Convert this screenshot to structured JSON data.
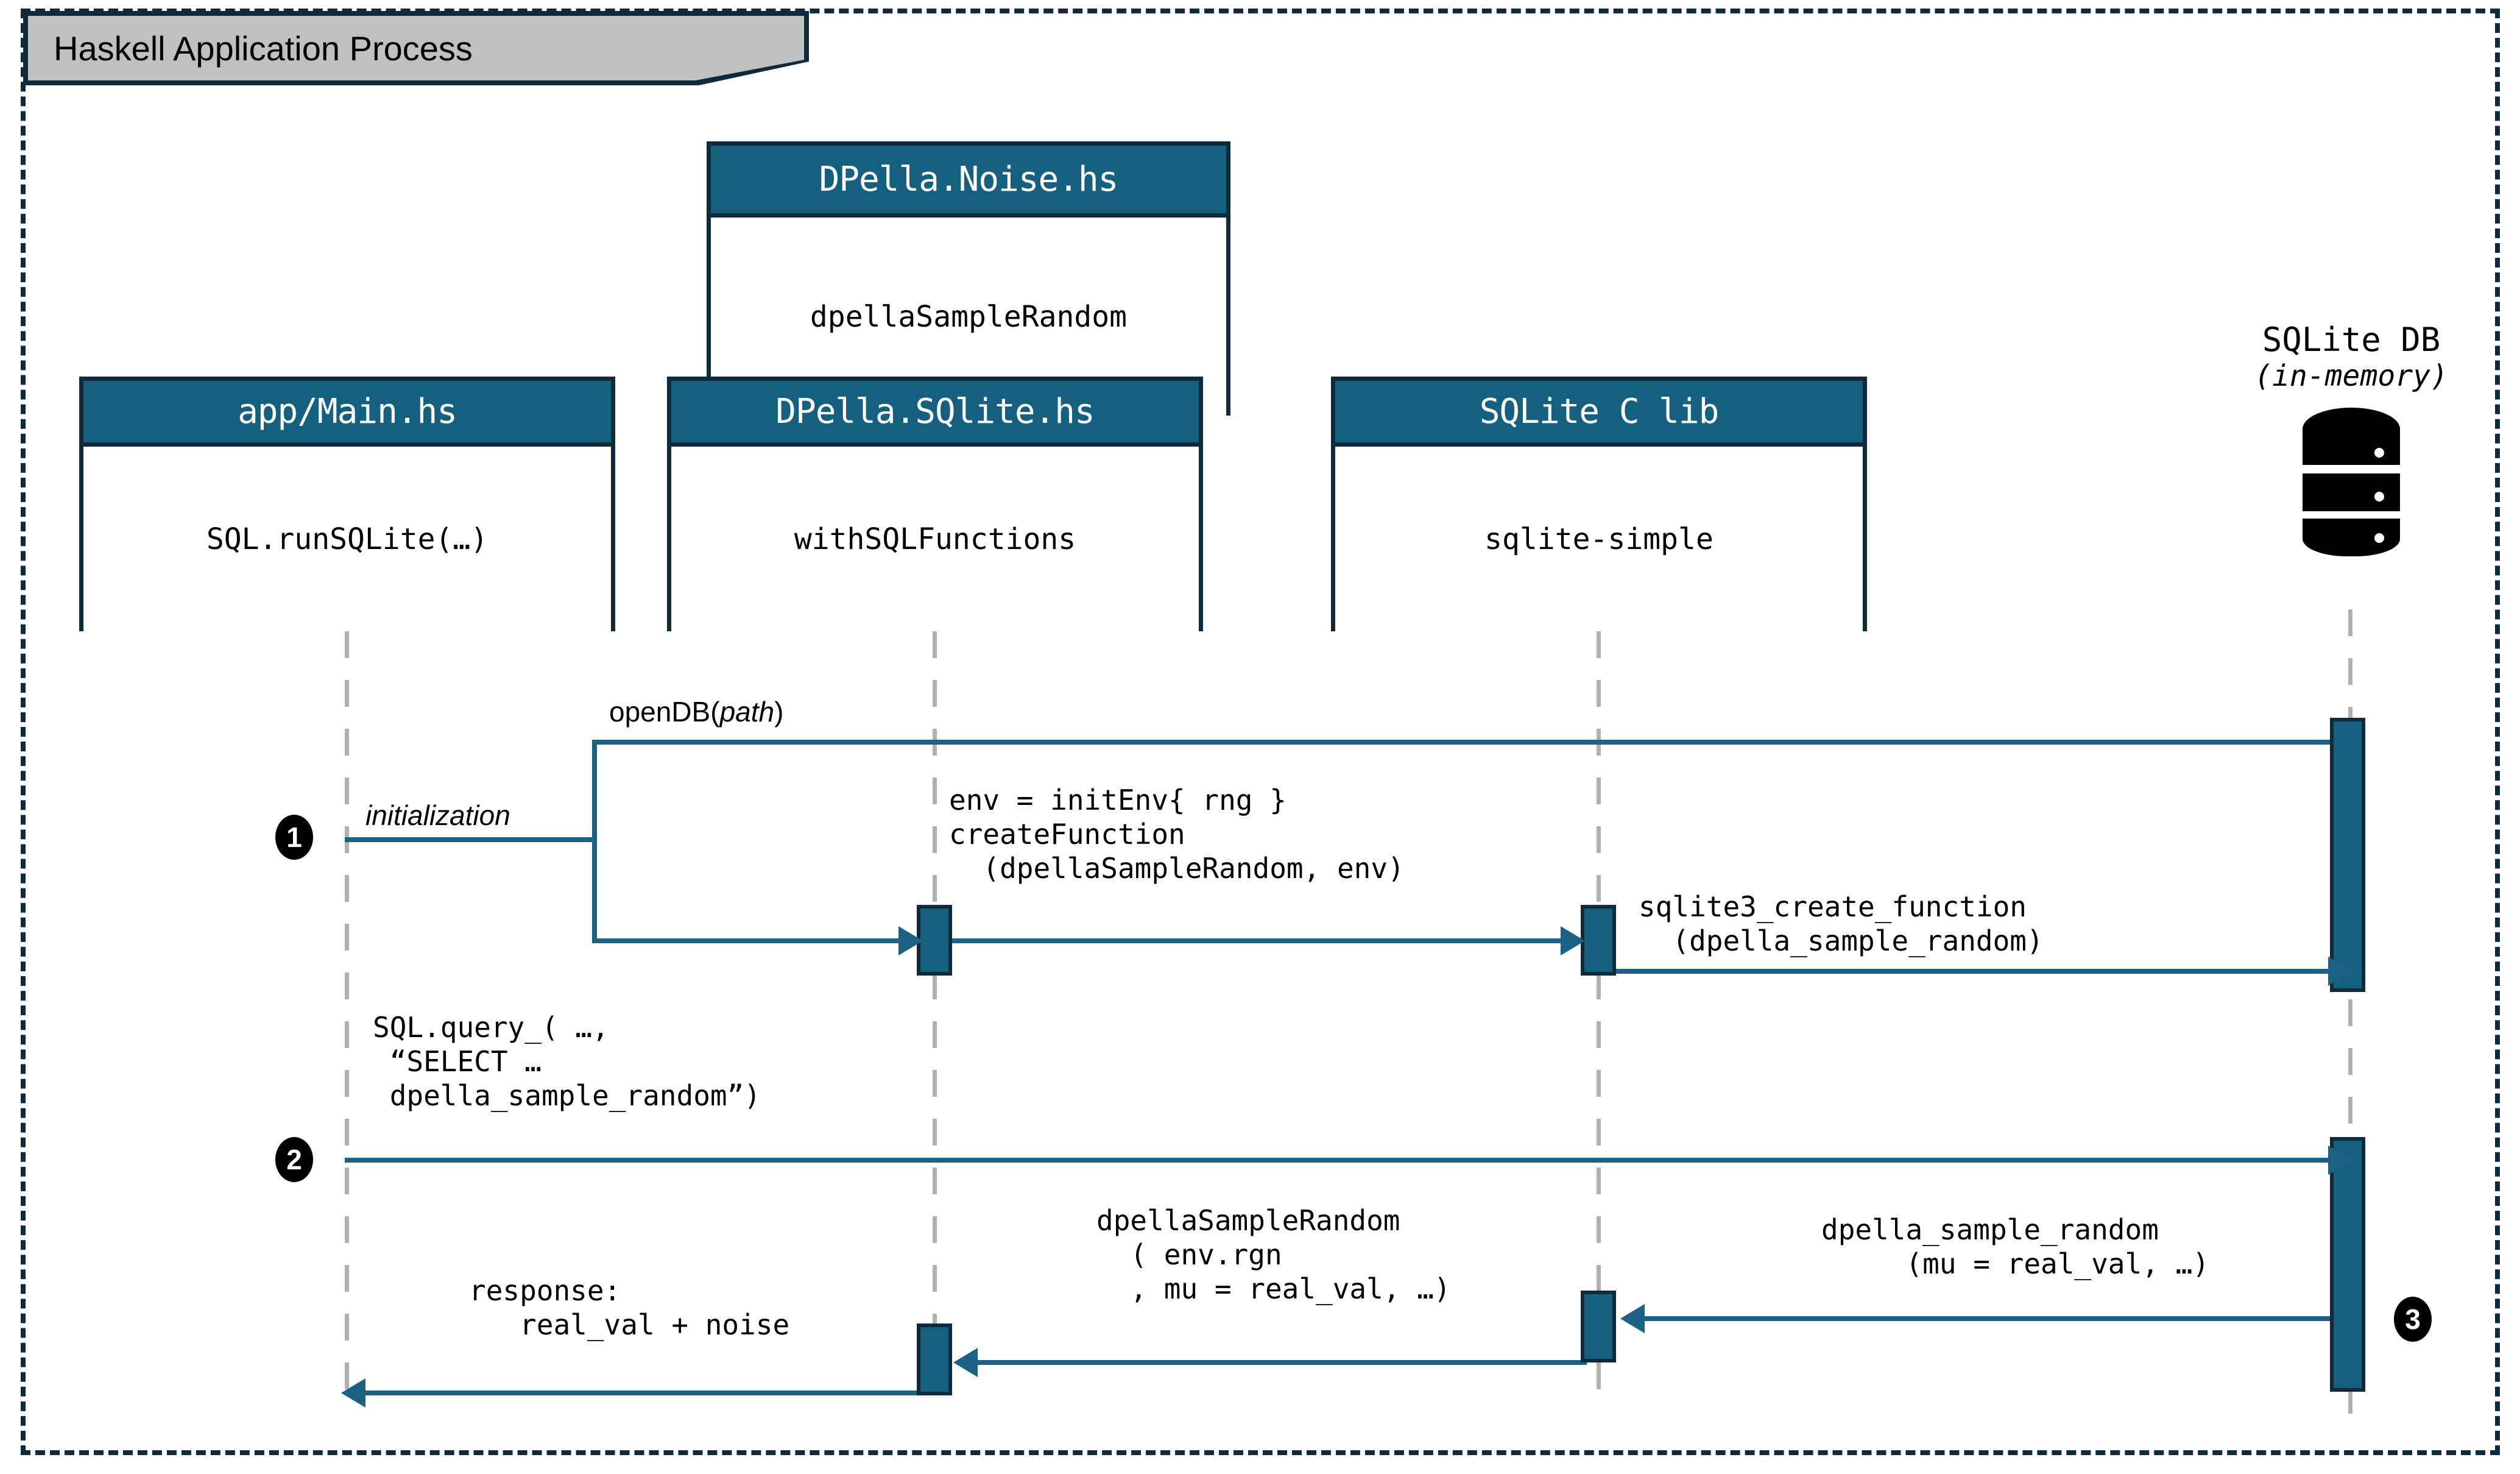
{
  "diagram": {
    "frame_title": "Haskell Application Process",
    "accent_color": "#15607f",
    "outline_color": "#0f2a3b",
    "message_color": "#1b6285",
    "lifeline_color": "#b0b0b0",
    "tab_fill": "#c0c0c0"
  },
  "participants": [
    {
      "name": "DPella.Noise.hs",
      "detail": "dpellaSampleRandom"
    },
    {
      "name": "app/Main.hs",
      "detail": "SQL.runSQLite(…)"
    },
    {
      "name": "DPella.SQlite.hs",
      "detail": "withSQLFunctions"
    },
    {
      "name": "SQLite C lib",
      "detail": "sqlite-simple"
    }
  ],
  "db_actor": {
    "title": "SQLite DB",
    "subtitle": "(in-memory)",
    "icon": "database-cylinder-icon"
  },
  "steps": [
    {
      "number": "1",
      "label": "initialization"
    },
    {
      "number": "2",
      "label": "SQL.query_( …,\n “SELECT …\n dpella_sample_random”)"
    },
    {
      "number": "3",
      "label": ""
    }
  ],
  "messages": [
    {
      "id": "open-db",
      "label": "openDB(path)",
      "label_italic_part": "path"
    },
    {
      "id": "create-function",
      "label": "env = initEnv{ rng }\ncreateFunction\n  (dpellaSampleRandom, env)"
    },
    {
      "id": "sqlite3-create-fn",
      "label": "sqlite3_create_function\n  (dpella_sample_random)"
    },
    {
      "id": "dpella-sample-random-c",
      "label": "dpella_sample_random\n     (mu = real_val, …)"
    },
    {
      "id": "dpella-sample-random-hs",
      "label": "dpellaSampleRandom\n  ( env.rgn\n  , mu = real_val, …)"
    },
    {
      "id": "response",
      "label": "response:\n   real_val + noise"
    }
  ]
}
